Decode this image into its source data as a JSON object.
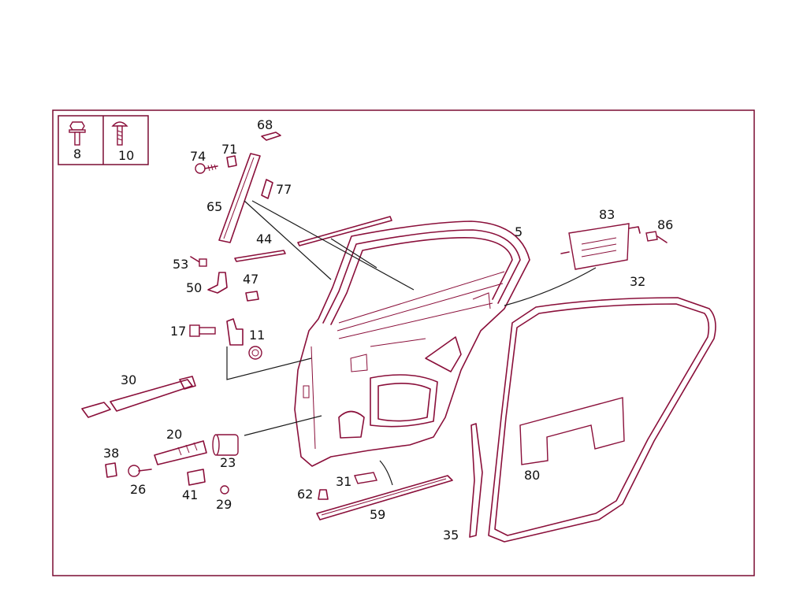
{
  "colors": {
    "part_line": "#8a0f3a",
    "frame": "#7a0c32",
    "text": "#111111",
    "background": "#ffffff"
  },
  "legend": {
    "items": [
      {
        "number": "8"
      },
      {
        "number": "10"
      }
    ]
  },
  "labels": {
    "p68": "68",
    "p71": "71",
    "p74": "74",
    "p77": "77",
    "p65": "65",
    "p44": "44",
    "p53": "53",
    "p50": "50",
    "p47": "47",
    "p17": "17",
    "p11": "11",
    "p30": "30",
    "p20": "20",
    "p23": "23",
    "p38": "38",
    "p26": "26",
    "p41": "41",
    "p29": "29",
    "p62": "62",
    "p31": "31",
    "p59": "59",
    "p35": "35",
    "p5": "5",
    "p83": "83",
    "p86": "86",
    "p32": "32",
    "p80": "80"
  }
}
